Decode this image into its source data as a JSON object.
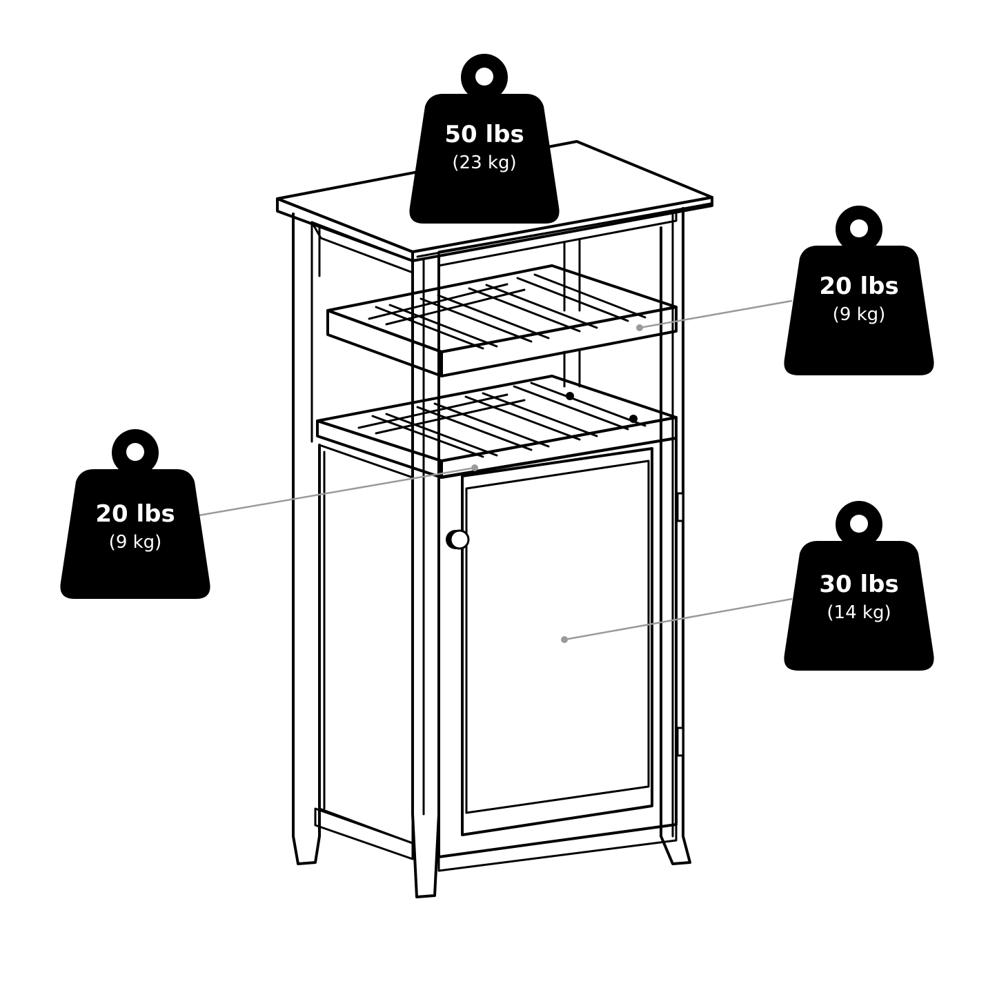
{
  "figure": {
    "subject": "Wine cabinet with two bottle-rack shelves and a single-door lower cabinet",
    "colors": {
      "badge_fill": "#000000",
      "badge_text": "#ffffff",
      "line_art": "#000000",
      "leader_line": "#9a9a9a",
      "background": "#ffffff"
    }
  },
  "weights": {
    "top": {
      "lbs": "50 lbs",
      "kg": "(23 kg)",
      "target": "tabletop"
    },
    "upper_shelf": {
      "lbs": "20 lbs",
      "kg": "(9 kg)",
      "target": "upper wine rack shelf"
    },
    "lower_shelf": {
      "lbs": "20 lbs",
      "kg": "(9 kg)",
      "target": "lower wine rack shelf"
    },
    "cabinet": {
      "lbs": "30 lbs",
      "kg": "(14 kg)",
      "target": "door cabinet interior"
    }
  }
}
